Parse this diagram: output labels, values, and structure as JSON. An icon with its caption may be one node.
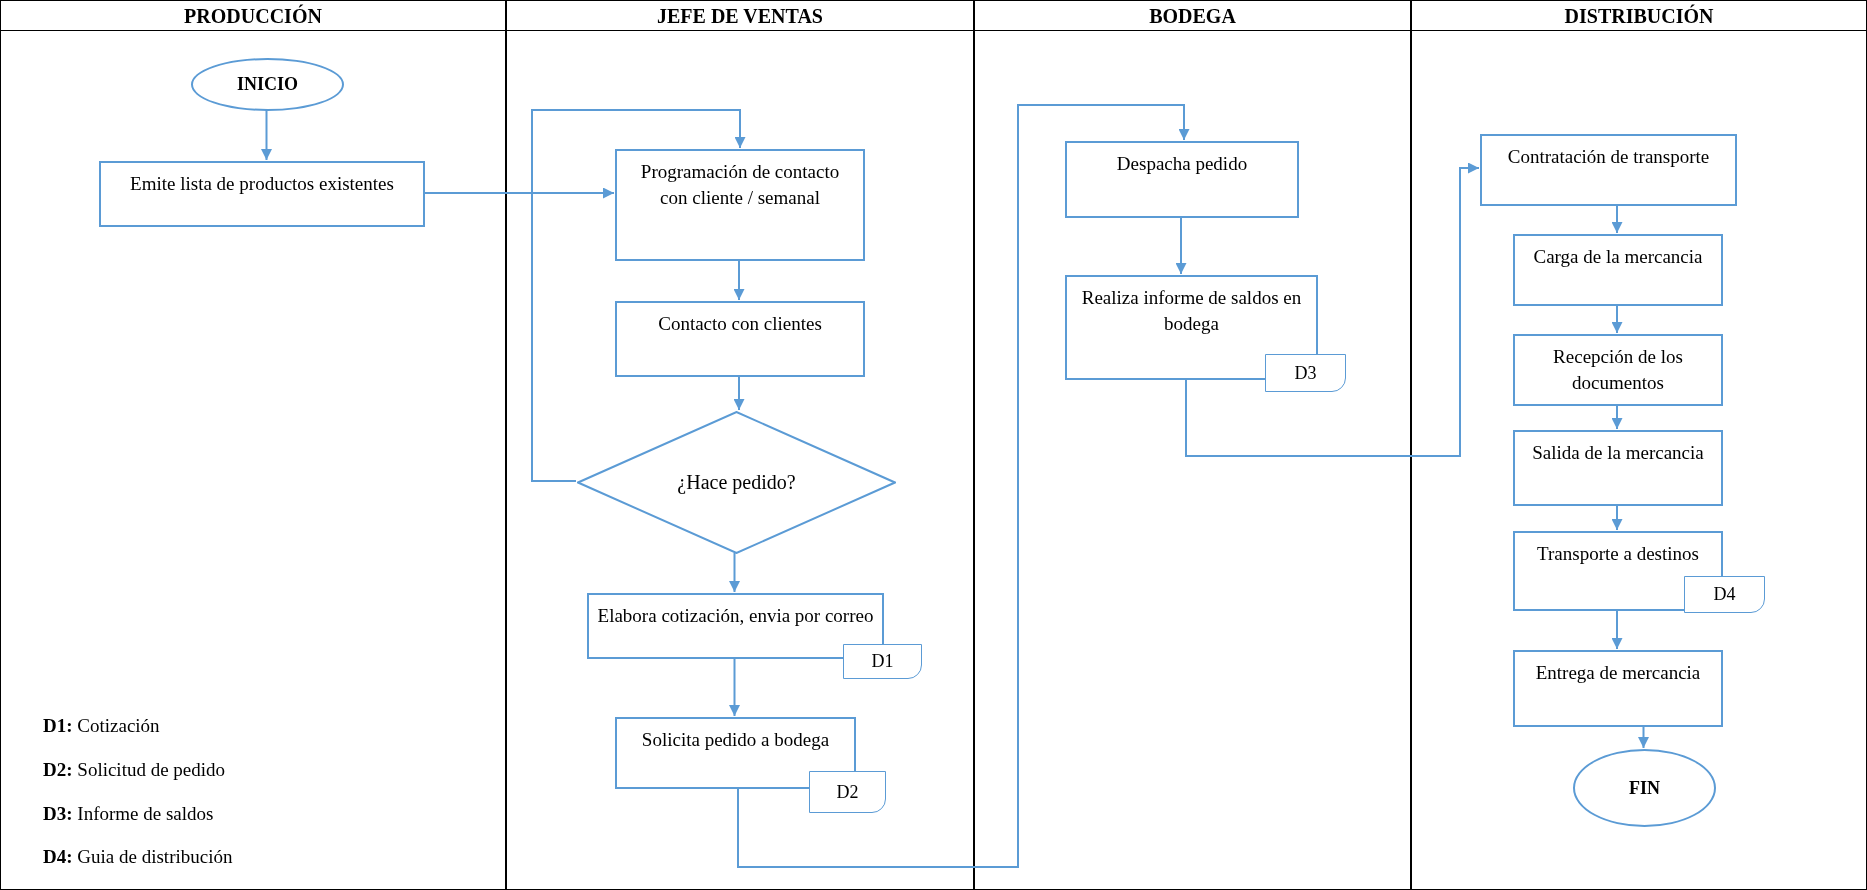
{
  "diagram": {
    "nodes": [
      {
        "text": [
          "PRODUCCIÓN"
        ]
      },
      {
        "text": [
          "JEFE DE VENTAS"
        ]
      },
      {
        "text": [
          "BODEGA"
        ]
      },
      {
        "text": [
          "DISTRIBUCIÓN"
        ]
      },
      {
        "text": [
          "INICIO"
        ],
        "in": 0
      },
      {
        "text": [
          "Emite lista de productos existentes"
        ],
        "in": 0
      },
      {
        "text": [
          "Programación de contacto con cliente / semanal"
        ],
        "in": 1
      },
      {
        "text": [
          "Contacto con clientes"
        ],
        "in": 1
      },
      {
        "text": [
          "¿Hace pedido?"
        ],
        "in": 1
      },
      {
        "text": [
          "Elabora cotización, envia por correo",
          "D1"
        ],
        "in": 1
      },
      {
        "text": [
          "Solicita pedido a bodega",
          "D2"
        ],
        "in": 1
      },
      {
        "text": [
          "Despacha pedido"
        ],
        "in": 2
      },
      {
        "text": [
          "Realiza informe de saldos en bodega",
          "D3"
        ],
        "in": 2
      },
      {
        "text": [
          "Contratación de transporte"
        ],
        "in": 3
      },
      {
        "text": [
          "Carga de la mercancia"
        ],
        "in": 3
      },
      {
        "text": [
          "Recepción de los documentos"
        ],
        "in": 3
      },
      {
        "text": [
          "Salida de la mercancia"
        ],
        "in": 3
      },
      {
        "text": [
          "Transporte a destinos",
          "D4"
        ],
        "in": 3
      },
      {
        "text": [
          "Entrega de mercancia"
        ],
        "in": 3
      },
      {
        "text": [
          "FIN"
        ],
        "in": 3
      }
    ],
    "edges": [
      {
        "from": 4,
        "to": 5,
        "arrow": "to"
      },
      {
        "from": 5,
        "to": 6,
        "arrow": "to"
      },
      {
        "from": 6,
        "to": 7,
        "arrow": "to"
      },
      {
        "from": 7,
        "to": 8,
        "arrow": "to"
      },
      {
        "from": 8,
        "to": 6,
        "arrow": "to"
      },
      {
        "from": 8,
        "to": 9,
        "arrow": "to"
      },
      {
        "from": 9,
        "to": 10,
        "arrow": "to"
      },
      {
        "from": 10,
        "to": 11,
        "arrow": "to"
      },
      {
        "from": 11,
        "to": 12,
        "arrow": "to"
      },
      {
        "from": 12,
        "to": 13,
        "arrow": "to"
      },
      {
        "from": 13,
        "to": 14,
        "arrow": "to"
      },
      {
        "from": 14,
        "to": 15,
        "arrow": "to"
      },
      {
        "from": 15,
        "to": 16,
        "arrow": "to"
      },
      {
        "from": 16,
        "to": 17,
        "arrow": "to"
      },
      {
        "from": 17,
        "to": 18,
        "arrow": "to"
      },
      {
        "from": 18,
        "to": 19,
        "arrow": "to"
      }
    ],
    "labels": [
      "**D1:** Cotización",
      "**D2:** Solicitud de pedido",
      "**D3:** Informe de saldos",
      "**D4:** Guia de distribución"
    ]
  }
}
